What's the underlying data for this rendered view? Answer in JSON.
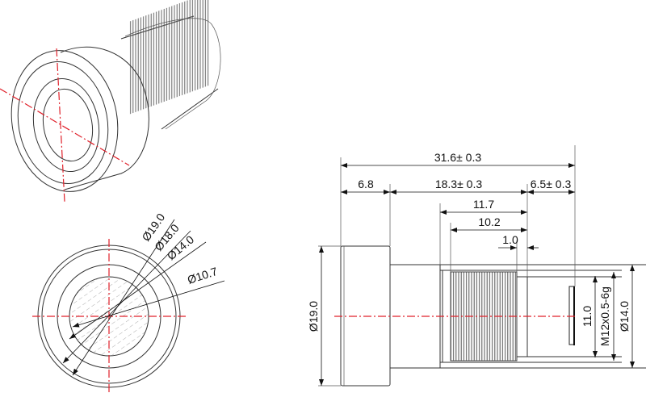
{
  "front_view": {
    "diameters": [
      "Ø19.0",
      "Ø18.0",
      "Ø14.0",
      "Ø10.7"
    ]
  },
  "side_view": {
    "total_length": "31.6± 0.3",
    "flange_length": "6.8",
    "body_length": "18.3± 0.3",
    "back_focal": "6.5± 0.3",
    "thread_start": "11.7",
    "thread_length": "10.2",
    "relief": "1.0",
    "flange_diameter": "Ø19.0",
    "image_circle": "11.0",
    "thread_spec": "M12x0.5-6g",
    "body_diameter": "Ø14.0"
  },
  "colors": {
    "centerline": "#e0202a",
    "line": "#333333"
  }
}
